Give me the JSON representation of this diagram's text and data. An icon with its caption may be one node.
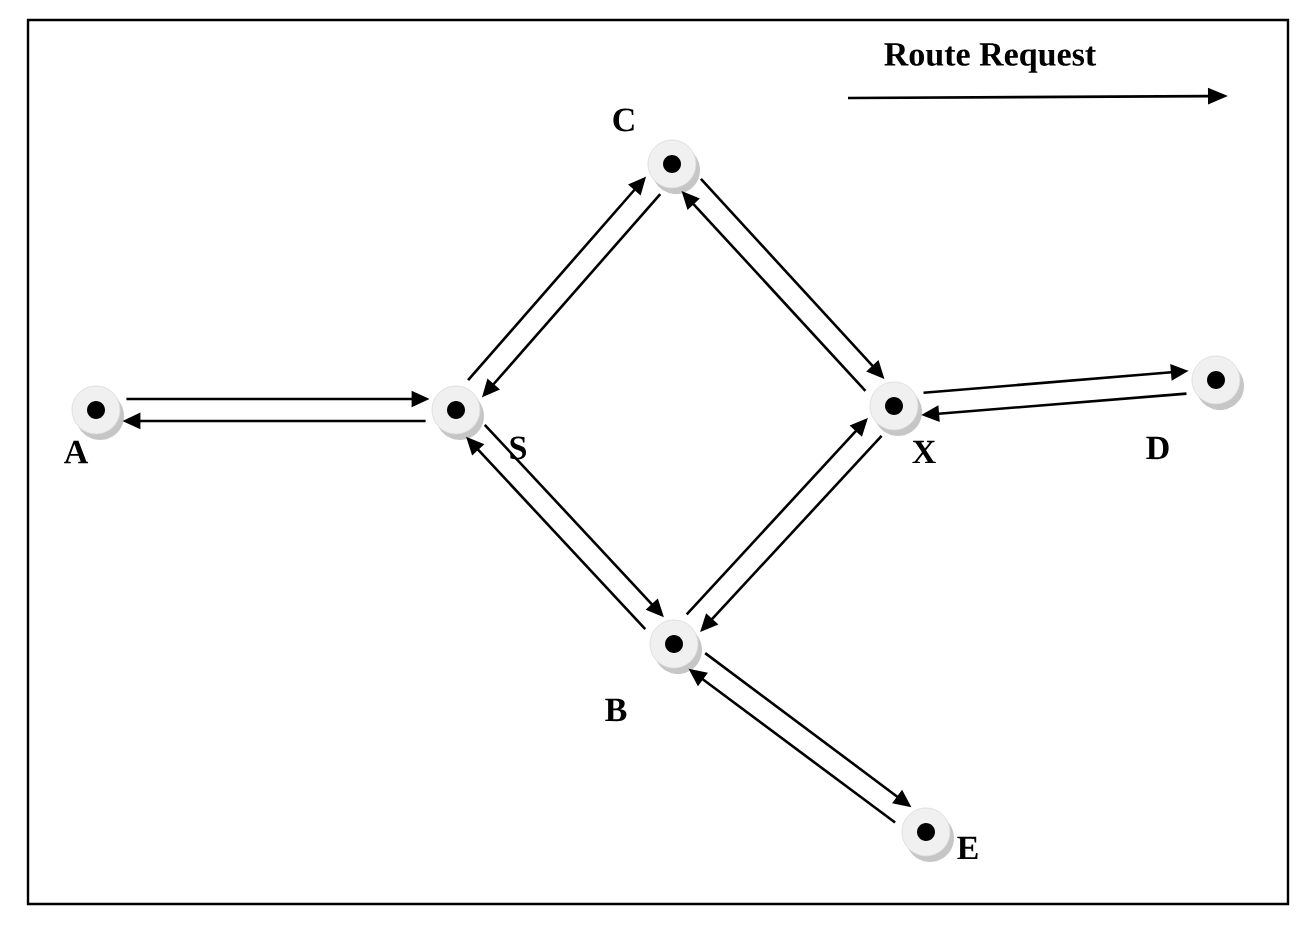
{
  "diagram": {
    "nodes": [
      {
        "text": [],
        "shape": "circle",
        "beside": [
          "A"
        ]
      },
      {
        "text": [],
        "shape": "circle",
        "beside": [
          "S"
        ]
      },
      {
        "text": [],
        "shape": "circle",
        "beside": [
          "C"
        ]
      },
      {
        "text": [],
        "shape": "circle",
        "beside": [
          "X"
        ]
      },
      {
        "text": [],
        "shape": "circle",
        "beside": [
          "D"
        ]
      },
      {
        "text": [],
        "shape": "circle",
        "beside": [
          "B"
        ]
      },
      {
        "text": [],
        "shape": "circle",
        "beside": [
          "E"
        ]
      }
    ],
    "edges": [
      {
        "from": 0,
        "to": 1,
        "arrow": "to"
      },
      {
        "from": 1,
        "to": 0,
        "arrow": "to"
      },
      {
        "from": 1,
        "to": 2,
        "arrow": "to"
      },
      {
        "from": 2,
        "to": 1,
        "arrow": "to"
      },
      {
        "from": 2,
        "to": 3,
        "arrow": "to"
      },
      {
        "from": 3,
        "to": 2,
        "arrow": "to"
      },
      {
        "from": 3,
        "to": 4,
        "arrow": "to"
      },
      {
        "from": 4,
        "to": 3,
        "arrow": "to"
      },
      {
        "from": 1,
        "to": 5,
        "arrow": "to"
      },
      {
        "from": 5,
        "to": 1,
        "arrow": "to"
      },
      {
        "from": 5,
        "to": 3,
        "arrow": "to"
      },
      {
        "from": 3,
        "to": 5,
        "arrow": "to"
      },
      {
        "from": 5,
        "to": 6,
        "arrow": "to"
      },
      {
        "from": 6,
        "to": 5,
        "arrow": "to"
      }
    ],
    "legend": [
      {
        "text": "Route Request"
      }
    ]
  }
}
